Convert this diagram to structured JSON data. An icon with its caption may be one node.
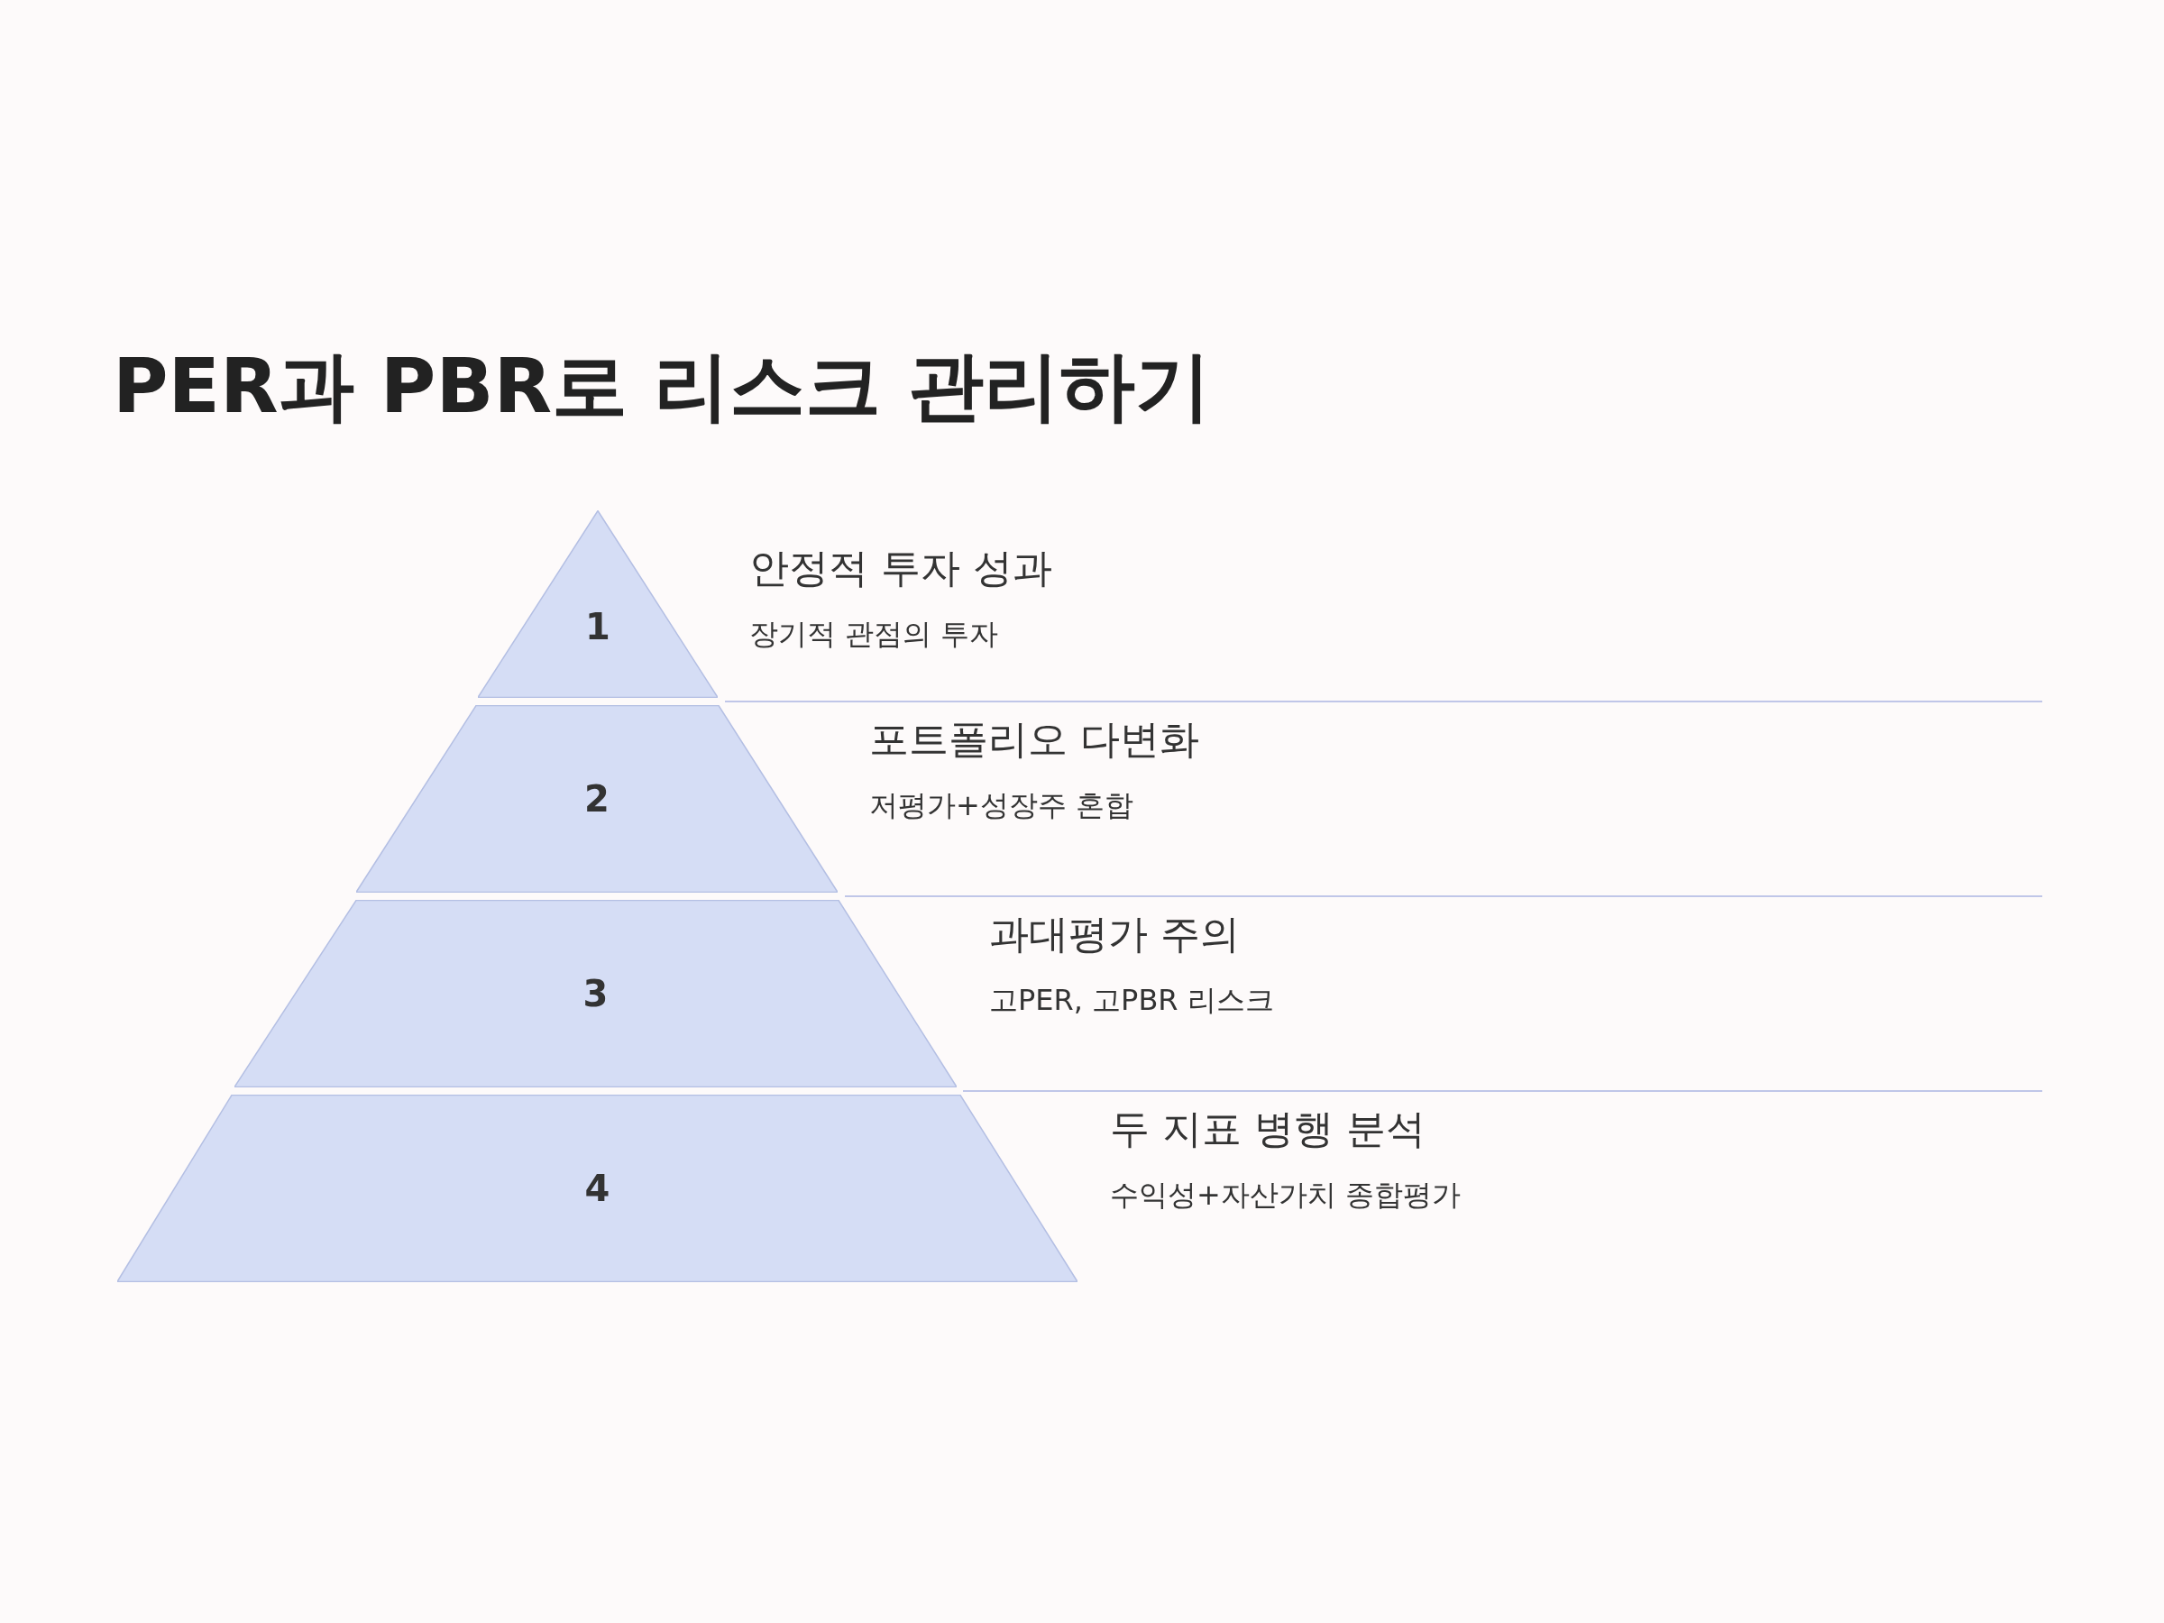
{
  "diagram": {
    "title": "PER과 PBR로 리스크 관리하기",
    "nodes": [
      {
        "text": [
          "1"
        ],
        "beside": [
          "안정적 투자 성과",
          "장기적 관점의 투자"
        ]
      },
      {
        "text": [
          "2"
        ],
        "beside": [
          "포트폴리오 다변화",
          "저평가+성장주 혼합"
        ]
      },
      {
        "text": [
          "3"
        ],
        "beside": [
          "과대평가 주의",
          "고PER, 고PBR 리스크"
        ]
      },
      {
        "text": [
          "4"
        ],
        "beside": [
          "두 지표 병행 분석",
          "수익성+자산가치 종합평가"
        ]
      }
    ]
  }
}
